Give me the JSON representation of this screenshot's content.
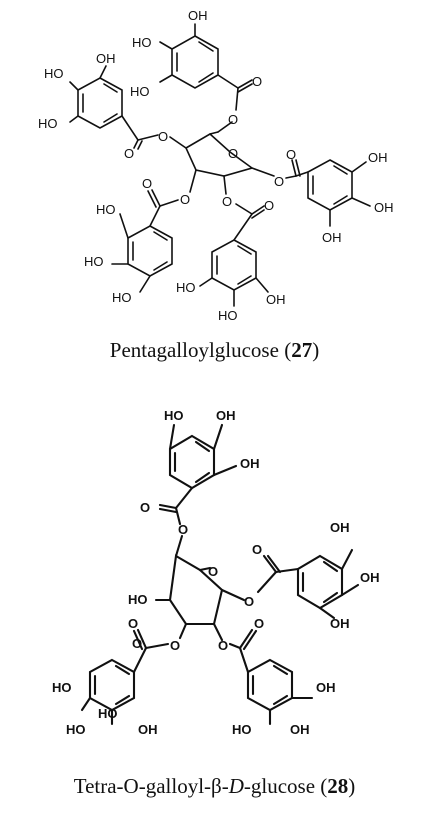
{
  "compound_27": {
    "name": "Pentagalloylglucose",
    "number": "27",
    "labels": [
      "OH",
      "HO",
      "OH",
      "HO",
      "HO",
      "HO",
      "O",
      "O",
      "O",
      "O",
      "O",
      "O",
      "O",
      "O",
      "O",
      "O",
      "O",
      "OH",
      "OH",
      "OH",
      "HO",
      "HO",
      "HO",
      "HO",
      "OH",
      "HO"
    ]
  },
  "compound_28": {
    "name": "Tetra-O-galloyl-β-D-glucose",
    "name_prefix": "Tetra-O-galloyl-β-",
    "name_italic": "D",
    "name_suffix": "-glucose",
    "number": "28",
    "labels": [
      "HO",
      "OH",
      "OH",
      "O",
      "O",
      "O",
      "OH",
      "HO",
      "O",
      "O",
      "OH",
      "O",
      "O",
      "O",
      "OH",
      "O",
      "O",
      "HO",
      "OH",
      "HO",
      "HO",
      "OH",
      "HO",
      "OH"
    ]
  }
}
